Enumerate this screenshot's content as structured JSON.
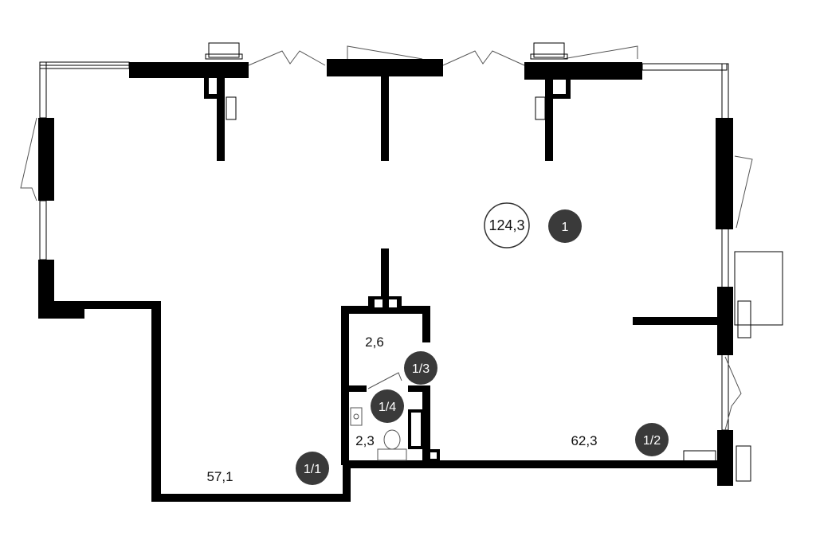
{
  "plan": {
    "total_area": "124,3",
    "main_room_badge": "1",
    "colors": {
      "wall": "#000000",
      "badge": "#3a3a3a",
      "badge_text": "#ffffff"
    },
    "rooms": [
      {
        "id": "1/1",
        "area": "57,1"
      },
      {
        "id": "1/2",
        "area": "62,3"
      },
      {
        "id": "1/3",
        "area": "2,6"
      },
      {
        "id": "1/4",
        "area": "2,3"
      }
    ],
    "icons": [
      "toilet-icon",
      "sink-icon",
      "radiator-icon",
      "door-swing-icon",
      "window-icon"
    ]
  }
}
